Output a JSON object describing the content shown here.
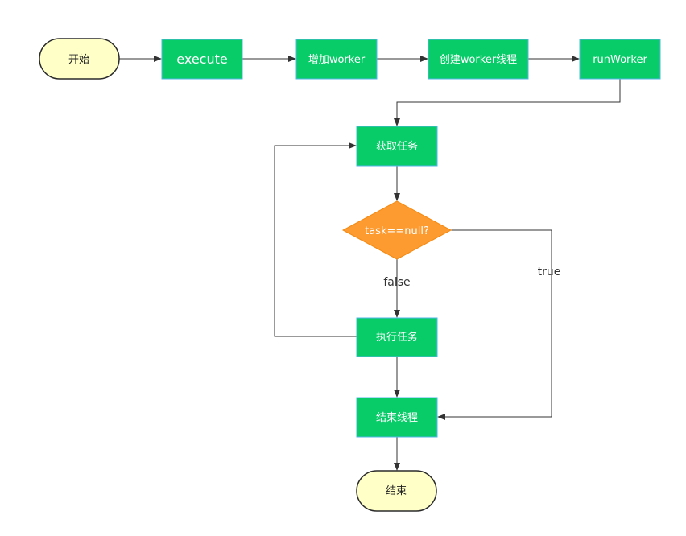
{
  "colors": {
    "process_fill": "#07cc68",
    "process_stroke": "#52b6e8",
    "terminal_fill": "#ffffc8",
    "terminal_stroke": "#2b2b2b",
    "decision_fill": "#fd9a30",
    "decision_stroke": "#f38a12",
    "edge": "#333333"
  },
  "nodes": {
    "start": "开始",
    "execute": "execute",
    "add_worker": "增加worker",
    "create_thread": "创建worker线程",
    "run_worker": "runWorker",
    "get_task": "获取任务",
    "decision": "task==null?",
    "run_task": "执行任务",
    "end_thread": "结束线程",
    "end": "结束"
  },
  "edge_labels": {
    "false_label": "false",
    "true_label": "true"
  }
}
